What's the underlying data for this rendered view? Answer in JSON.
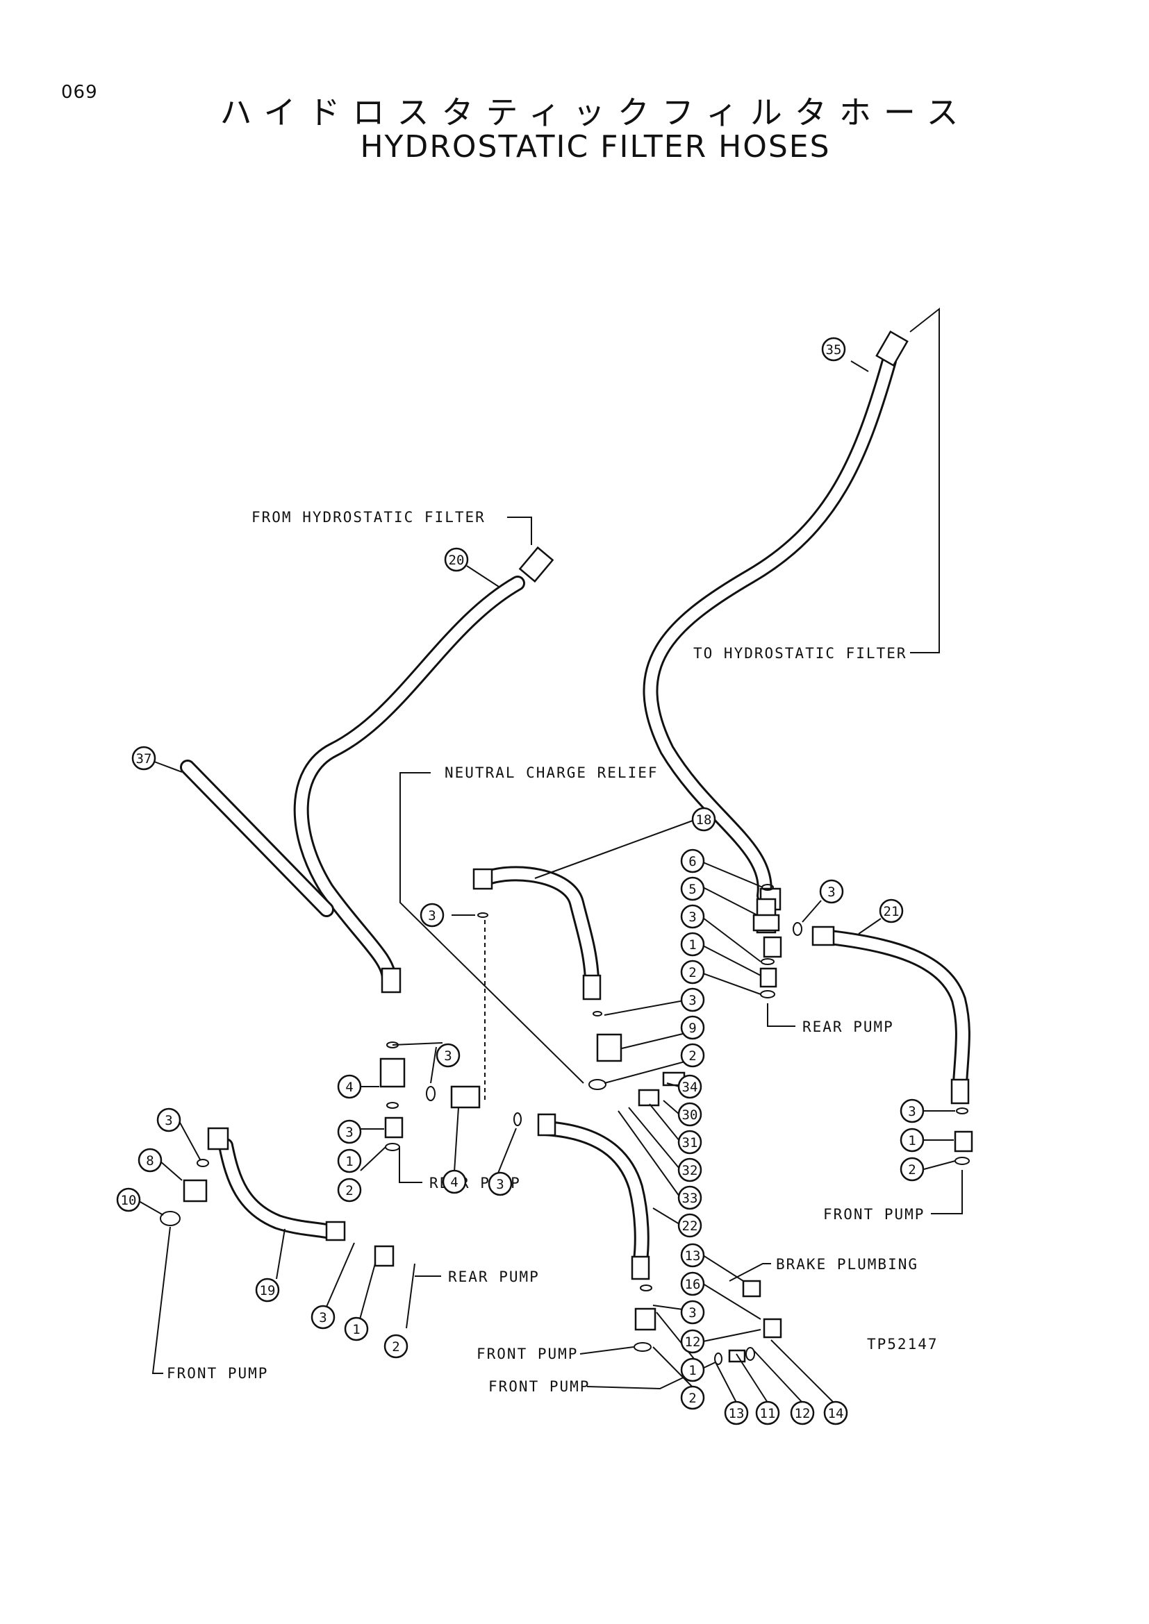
{
  "page_number": "069",
  "title_jp": "ハイドロスタティックフィルタホース",
  "title_en": "HYDROSTATIC FILTER HOSES",
  "drawing_id": "TP52147",
  "labels": {
    "from_filter": "FROM HYDROSTATIC FILTER",
    "to_filter": "TO HYDROSTATIC FILTER",
    "neutral_relief": "NEUTRAL CHARGE RELIEF",
    "rear_pump_right": "REAR PUMP",
    "rear_pump_center": "REAR PUMP",
    "rear_pump_bottom": "REAR PUMP",
    "front_pump_right": "FRONT PUMP",
    "front_pump_left": "FRONT PUMP",
    "front_pump_bottom_1": "FRONT PUMP",
    "front_pump_bottom_2": "FRONT PUMP",
    "brake_plumbing": "BRAKE PLUMBING"
  },
  "callouts": {
    "c35": "35",
    "c20": "20",
    "c37": "37",
    "c18": "18",
    "c6": "6",
    "c5": "5",
    "c3a": "3",
    "c1a": "1",
    "c2a": "2",
    "c3b": "3",
    "c21": "21",
    "c3c": "3",
    "c9": "9",
    "c2b": "2",
    "c3d": "3",
    "c4a": "4",
    "c3e": "3",
    "c1b": "1",
    "c2c": "2",
    "c4b": "4",
    "c3f": "3",
    "c34": "34",
    "c30": "30",
    "c31": "31",
    "c32": "32",
    "c33": "33",
    "c22": "22",
    "c3g": "3",
    "c1c": "1",
    "c2d": "2",
    "c3h": "3",
    "c8": "8",
    "c10": "10",
    "c19": "19",
    "c3i": "3",
    "c1d": "1",
    "c2e": "2",
    "c13a": "13",
    "c16": "16",
    "c3j": "3",
    "c12a": "12",
    "c1e": "1",
    "c2f": "2",
    "c13b": "13",
    "c11": "11",
    "c12b": "12",
    "c14": "14",
    "c3k": "3"
  }
}
